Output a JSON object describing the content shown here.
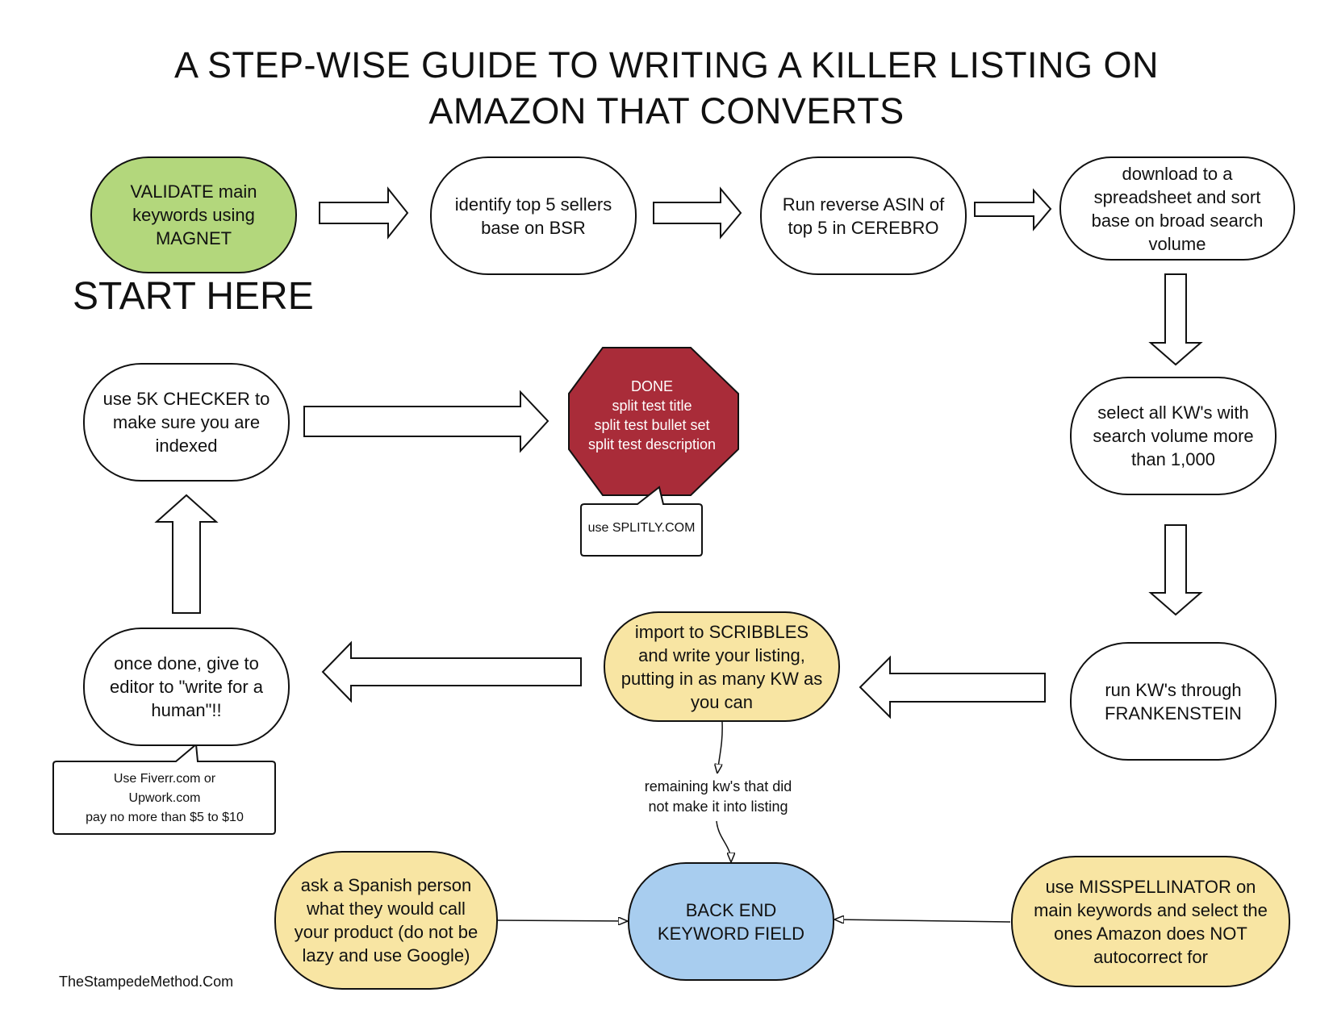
{
  "title": {
    "line1": "A STEP-WISE GUIDE TO WRITING A KILLER LISTING ON",
    "line2": "AMAZON THAT CONVERTS"
  },
  "start_label": "START HERE",
  "colors": {
    "green": "#b3d77c",
    "yellow": "#f8e5a3",
    "blue": "#a8cdef",
    "done_red": "#a92c39"
  },
  "nodes": {
    "validate": "VALIDATE main\nkeywords using\nMAGNET",
    "identify": "identify top 5 sellers\nbase on BSR",
    "reverse_asin": "Run reverse ASIN of\ntop 5 in CEREBRO",
    "download": "download to a\nspreadsheet and sort\nbase on broad search\nvolume",
    "select_kw": "select all KW's with\nsearch volume more\nthan 1,000",
    "frankenstein": "run KW's through\nFRANKENSTEIN",
    "scribbles": "import to SCRIBBLES\nand write your listing,\nputting in as many KW as\nyou can",
    "editor": "once done, give to\neditor to \"write for a\nhuman\"!!",
    "checker": "use 5K CHECKER to\nmake sure you are\nindexed",
    "back_end": "BACK END\nKEYWORD FIELD",
    "spanish": "ask a Spanish person\nwhat they would call\nyour product (do not be\nlazy and use Google)",
    "misspellinator": "use MISSPELLINATOR on\nmain keywords and select the\nones Amazon does NOT\nautocorrect for"
  },
  "done": {
    "line1": "DONE",
    "line2": "split test title",
    "line3": "split test bullet set",
    "line4": "split test description"
  },
  "notes": {
    "splitly": "use SPLITLY.COM",
    "fiverr": "Use Fiverr.com or\nUpwork.com\npay no more than $5 to $10"
  },
  "edge_label": "remaining kw's that did\nnot make it into listing",
  "footer": "TheStampedeMethod.Com"
}
